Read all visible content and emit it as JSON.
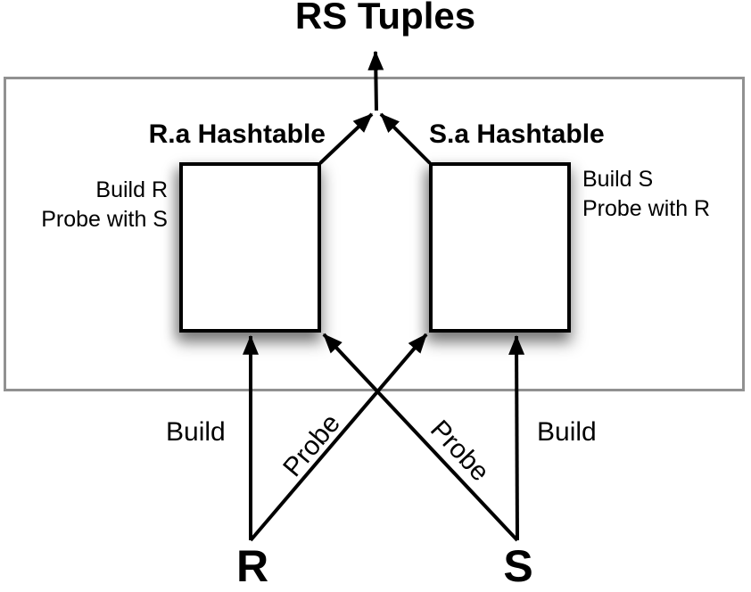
{
  "title": "RS Tuples",
  "operator_frame": {
    "left_hashtable": {
      "label": "R.a Hashtable",
      "annotation_lines": [
        "Build R",
        "Probe with S"
      ]
    },
    "right_hashtable": {
      "label": "S.a Hashtable",
      "annotation_lines": [
        "Build S",
        "Probe with R"
      ]
    }
  },
  "arrow_labels": {
    "build_left": "Build",
    "probe_left": "Probe",
    "probe_right": "Probe",
    "build_right": "Build"
  },
  "inputs": {
    "left_relation": "R",
    "right_relation": "S"
  },
  "colors": {
    "arrow": "#000000",
    "text": "#000000",
    "frame_border": "#919191",
    "hashtable_fill": "#ffffff",
    "background": "#ffffff"
  }
}
